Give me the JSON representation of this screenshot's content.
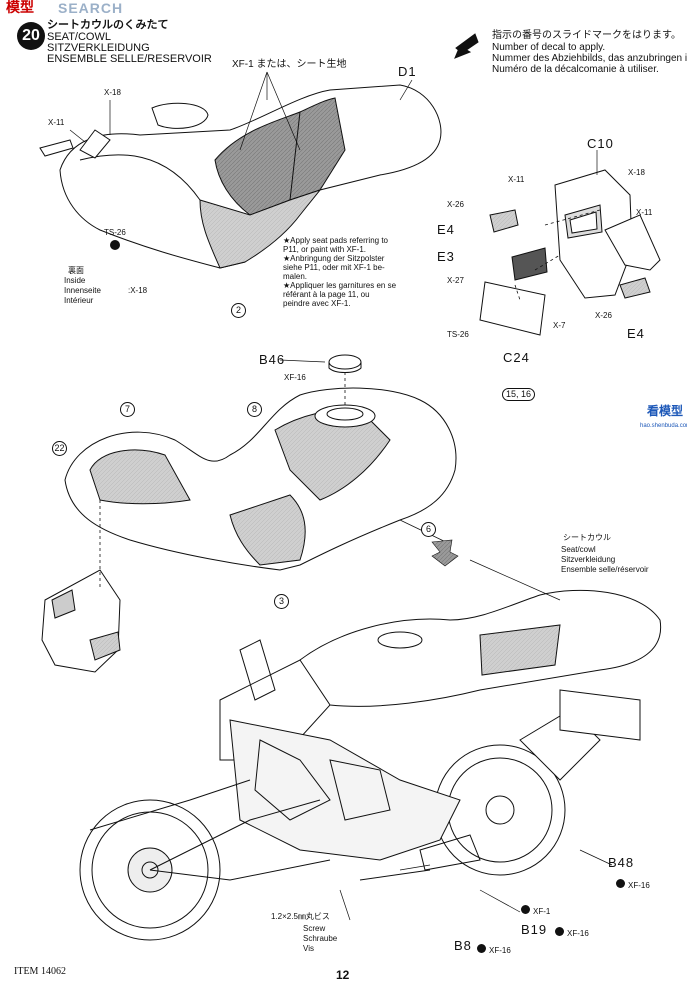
{
  "watermark": {
    "logo_text": "模型",
    "search_text": "SEARCH",
    "side_text": "看模型",
    "side_sub": "hao.shenbuda.com"
  },
  "step": {
    "number": "20",
    "title_jp": "シートカウルのくみたて",
    "title_en": "SEAT/COWL",
    "title_de": "SITZVERKLEIDUNG",
    "title_fr": "ENSEMBLE SELLE/RESERVOIR"
  },
  "decal_note": {
    "jp": "指示の番号のスライドマークをはります。",
    "en": "Number of decal to apply.",
    "de": "Nummer des Abziehbilds, das anzubringen ist.",
    "fr": "Numéro de la décalcomanie à utiliser."
  },
  "seat": {
    "label_d1": "D1",
    "xf1_note": "XF-1 または、シート生地",
    "x18": "X-18",
    "x11": "X-11",
    "ts26": "TS-26",
    "inside_jp": "裏面",
    "inside_en": "Inside",
    "inside_de": "Innenseite",
    "inside_fr": "Intérieur",
    "inside_paint": ":X-18",
    "decal_2": "2",
    "pads_note": [
      "★Apply seat pads referring to",
      "P11, or paint with XF-1.",
      "★Anbringung der Sitzpolster",
      "siehe P11, oder mit XF-1 be-",
      "malen.",
      "★Appliquer les garnitures en se",
      "référant à la page 11, ou",
      "peindre avec XF-1."
    ]
  },
  "tail": {
    "c10": "C10",
    "c24": "C24",
    "e3": "E3",
    "e4a": "E4",
    "e4b": "E4",
    "x11a": "X-11",
    "x11b": "X-11",
    "x18": "X-18",
    "x26a": "X-26",
    "x26b": "X-26",
    "x27": "X-27",
    "x7": "X-7",
    "ts26": "TS-26",
    "decals": "15, 16"
  },
  "tank": {
    "b46": "B46",
    "xf16": "XF-16",
    "decal_7": "7",
    "decal_8": "8",
    "decal_22": "22",
    "decal_6": "6",
    "decal_3": "3"
  },
  "bike": {
    "seatcowl_jp": "シートカウル",
    "seatcowl_en": "Seat/cowl",
    "seatcowl_de": "Sitzverkleidung",
    "seatcowl_fr": "Ensemble selle/réservoir",
    "b48": "B48",
    "b48_paint": "XF-16",
    "b19": "B19",
    "b19_xf1": "XF-1",
    "b19_xf16": "XF-16",
    "b8": "B8",
    "b8_paint": "XF-16",
    "screw_jp": "1.2×2.5㎜丸ビス",
    "screw_en": "Screw",
    "screw_de": "Schraube",
    "screw_fr": "Vis"
  },
  "footer": {
    "item": "ITEM 14062",
    "page": "12"
  }
}
